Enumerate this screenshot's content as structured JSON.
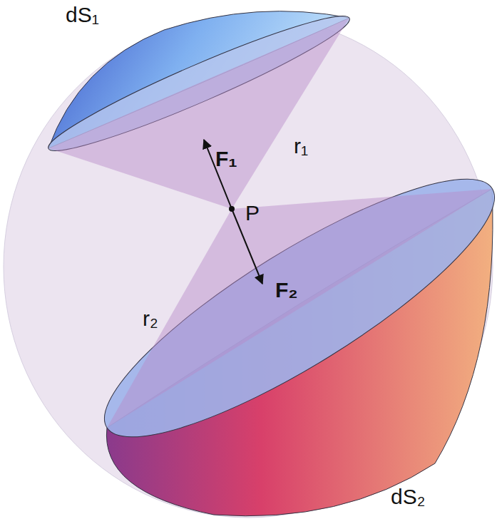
{
  "diagram": {
    "labels": [
      "dS₁",
      "F₁",
      "r₁",
      "P",
      "r₂",
      "F₂",
      "dS₂"
    ]
  }
}
